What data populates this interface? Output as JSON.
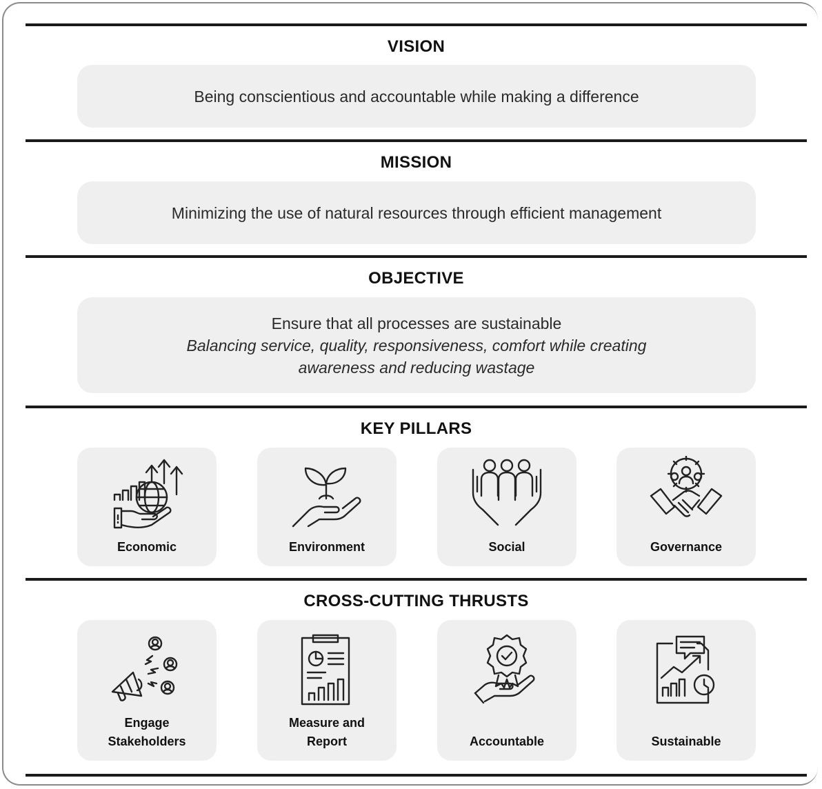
{
  "vision": {
    "title": "VISION",
    "text": "Being conscientious and accountable while making a difference"
  },
  "mission": {
    "title": "MISSION",
    "text": "Minimizing the use of natural resources through efficient management"
  },
  "objective": {
    "title": "OBJECTIVE",
    "text": "Ensure that all processes are sustainable",
    "subtext_line1": "Balancing service, quality, responsiveness, comfort while creating",
    "subtext_line2": "awareness and reducing wastage"
  },
  "pillars": {
    "title": "KEY PILLARS",
    "items": [
      {
        "label": "Economic",
        "icon": "economic-globe-hand-icon"
      },
      {
        "label": "Environment",
        "icon": "plant-in-hand-icon"
      },
      {
        "label": "Social",
        "icon": "people-in-hands-icon"
      },
      {
        "label": "Governance",
        "icon": "handshake-gear-icon"
      }
    ]
  },
  "thrusts": {
    "title": "CROSS-CUTTING THRUSTS",
    "items": [
      {
        "label_line1": "Engage",
        "label_line2": "Stakeholders",
        "icon": "megaphone-icon"
      },
      {
        "label_line1": "Measure and",
        "label_line2": "Report",
        "icon": "report-document-icon"
      },
      {
        "label_line1": "Accountable",
        "label_line2": "",
        "icon": "award-hand-icon"
      },
      {
        "label_line1": "Sustainable",
        "label_line2": "",
        "icon": "growth-chart-icon"
      }
    ]
  },
  "colors": {
    "panel": "#efefef",
    "rule": "#1a1a1a",
    "frame": "#8a8a8a"
  }
}
